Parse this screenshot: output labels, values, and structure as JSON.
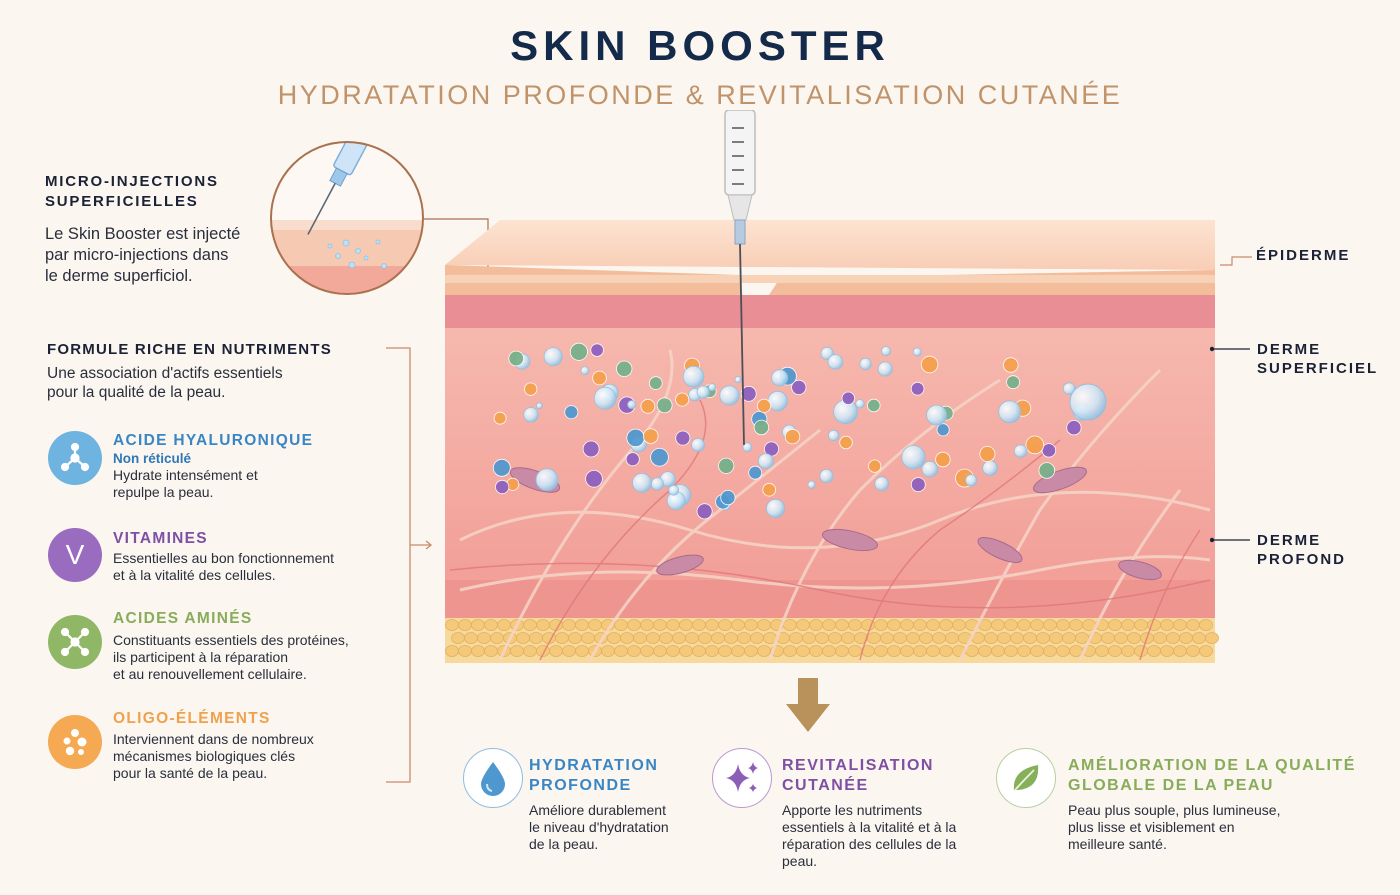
{
  "header": {
    "title": "SKIN BOOSTER",
    "subtitle": "HYDRATATION PROFONDE & REVITALISATION CUTANÉE"
  },
  "injection": {
    "title_line1": "MICRO-INJECTIONS",
    "title_line2": "SUPERFICIELLES",
    "text_line1": "Le Skin Booster est injecté",
    "text_line2": "par micro-injections dans",
    "text_line3": "le derme superficiol."
  },
  "formula": {
    "title": "FORMULE RICHE EN NUTRIMENTS",
    "text_line1": "Une association d'actifs essentiels",
    "text_line2": "pour la qualité de la peau."
  },
  "nutrients": [
    {
      "title": "ACIDE HYALURONIQUE",
      "subtitle": "Non réticulé",
      "line1": "Hydrate intensément et",
      "line2": "repulpe la peau.",
      "line3": "",
      "color": "#3a86c4",
      "icon_bg": "#6fb4e0",
      "icon": "molecule-icon"
    },
    {
      "title": "VITAMINES",
      "subtitle": "",
      "line1": "Essentielles au bon fonctionnement",
      "line2": "et à la vitalité des cellules.",
      "line3": "",
      "color": "#7e4fa3",
      "icon_bg": "#9a6cc0",
      "icon_letter": "V",
      "icon": "vitamin-v-icon"
    },
    {
      "title": "ACIDES AMINÉS",
      "subtitle": "",
      "line1": "Constituants essentiels des protéines,",
      "line2": "ils participent à la réparation",
      "line3": "et au renouvellement cellulaire.",
      "color": "#88ac5a",
      "icon_bg": "#8fb765",
      "icon": "amino-network-icon"
    },
    {
      "title": "OLIGO-ÉLÉMENTS",
      "subtitle": "",
      "line1": "Interviennent dans de nombreux",
      "line2": "mécanismes biologiques clés",
      "line3": "pour la santé de la peau.",
      "color": "#f0a14c",
      "icon_bg": "#f5a953",
      "icon": "trace-elements-icon"
    }
  ],
  "layers": {
    "epidermis": "ÉPIDERME",
    "superficial_line1": "DERME",
    "superficial_line2": "SUPERFICIEL",
    "deep_line1": "DERME",
    "deep_line2": "PROFOND"
  },
  "outcomes": [
    {
      "title_line1": "HYDRATATION",
      "title_line2": "PROFONDE",
      "line1": "Améliore durablement",
      "line2": "le niveau d'hydratation",
      "line3": "de la peau.",
      "line4": "",
      "color": "#3a86c4",
      "icon": "water-drop-icon"
    },
    {
      "title_line1": "REVITALISATION",
      "title_line2": "CUTANÉE",
      "line1": "Apporte les nutriments",
      "line2": "essentiels à la vitalité et à la",
      "line3": "réparation des cellules de la",
      "line4": "peau.",
      "color": "#7e4fa3",
      "icon": "sparkles-icon"
    },
    {
      "title_line1": "AMÉLIORATION DE LA QUALITÉ",
      "title_line2": "GLOBALE DE LA PEAU",
      "line1": "Peau plus souple, plus lumineuse,",
      "line2": "plus lisse et visiblement en",
      "line3": "meilleure santé.",
      "line4": "",
      "color": "#88ac5a",
      "icon": "leaf-icon"
    }
  ],
  "colors": {
    "title": "#142a4a",
    "subtitle": "#c0936a",
    "bracket": "#c98a6a",
    "arrow": "#b8925a"
  }
}
